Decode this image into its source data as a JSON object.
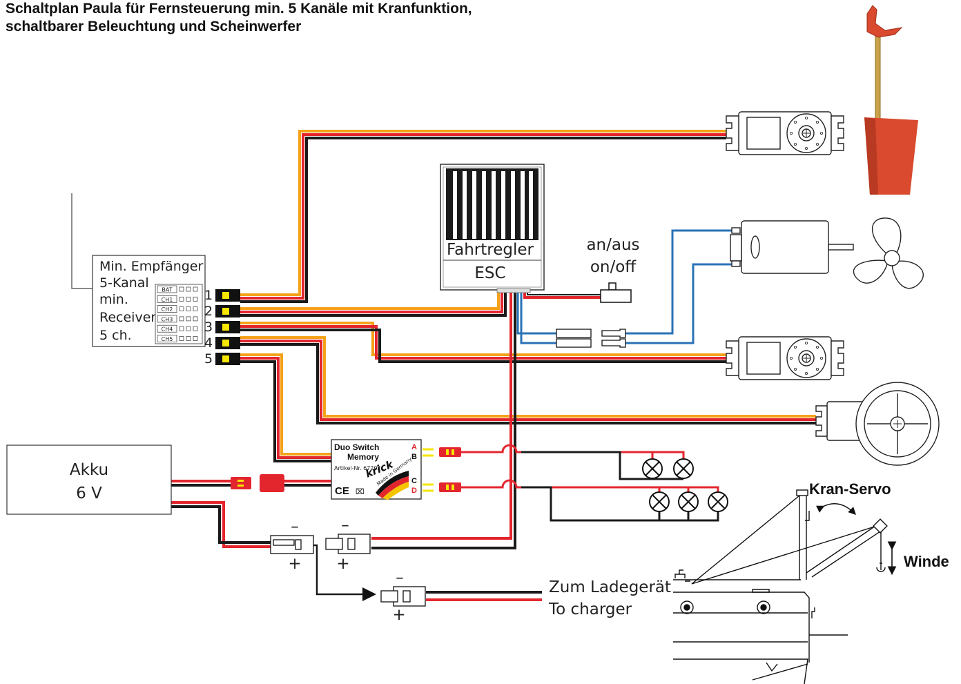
{
  "title": {
    "line1": "Schaltplan Paula für Fernsteuerung min. 5 Kanäle mit Kranfunktion,",
    "line2": "schaltbarer Beleuchtung und Scheinwerfer"
  },
  "receiver": {
    "line1": "Min. Empfänger",
    "line2": "5-Kanal",
    "line3": "min.",
    "line4": "Receiver",
    "line5": "5 ch.",
    "pins": [
      "BAT",
      "CH1",
      "CH2",
      "CH3",
      "CH4",
      "CH5"
    ],
    "channels": [
      "1",
      "2",
      "3",
      "4",
      "5"
    ]
  },
  "esc": {
    "line1": "Fahrtregler",
    "line2": "ESC"
  },
  "switch": {
    "line1": "an/aus",
    "line2": "on/off"
  },
  "battery": {
    "line1": "Akku",
    "line2": "6 V"
  },
  "duo_switch": {
    "line1": "Duo Switch",
    "line2": "Memory",
    "article": "Artikel-Nr. 67202",
    "brand": "krick",
    "made": "Made in Germany",
    "ce": "CE",
    "ports": [
      "A",
      "B",
      "C",
      "D"
    ]
  },
  "charger": {
    "line1": "Zum Ladegerät",
    "line2": "To charger"
  },
  "polarity": {
    "minus": "–",
    "plus": "+"
  },
  "crane": {
    "servo": "Kran-Servo",
    "winch": "Winde"
  },
  "colors": {
    "red": "#e3262e",
    "orange": "#f5a21b",
    "black": "#1a1a1a",
    "blue": "#2a72b5",
    "rudder": "#d94a2e",
    "yellow": "#f6e600"
  }
}
